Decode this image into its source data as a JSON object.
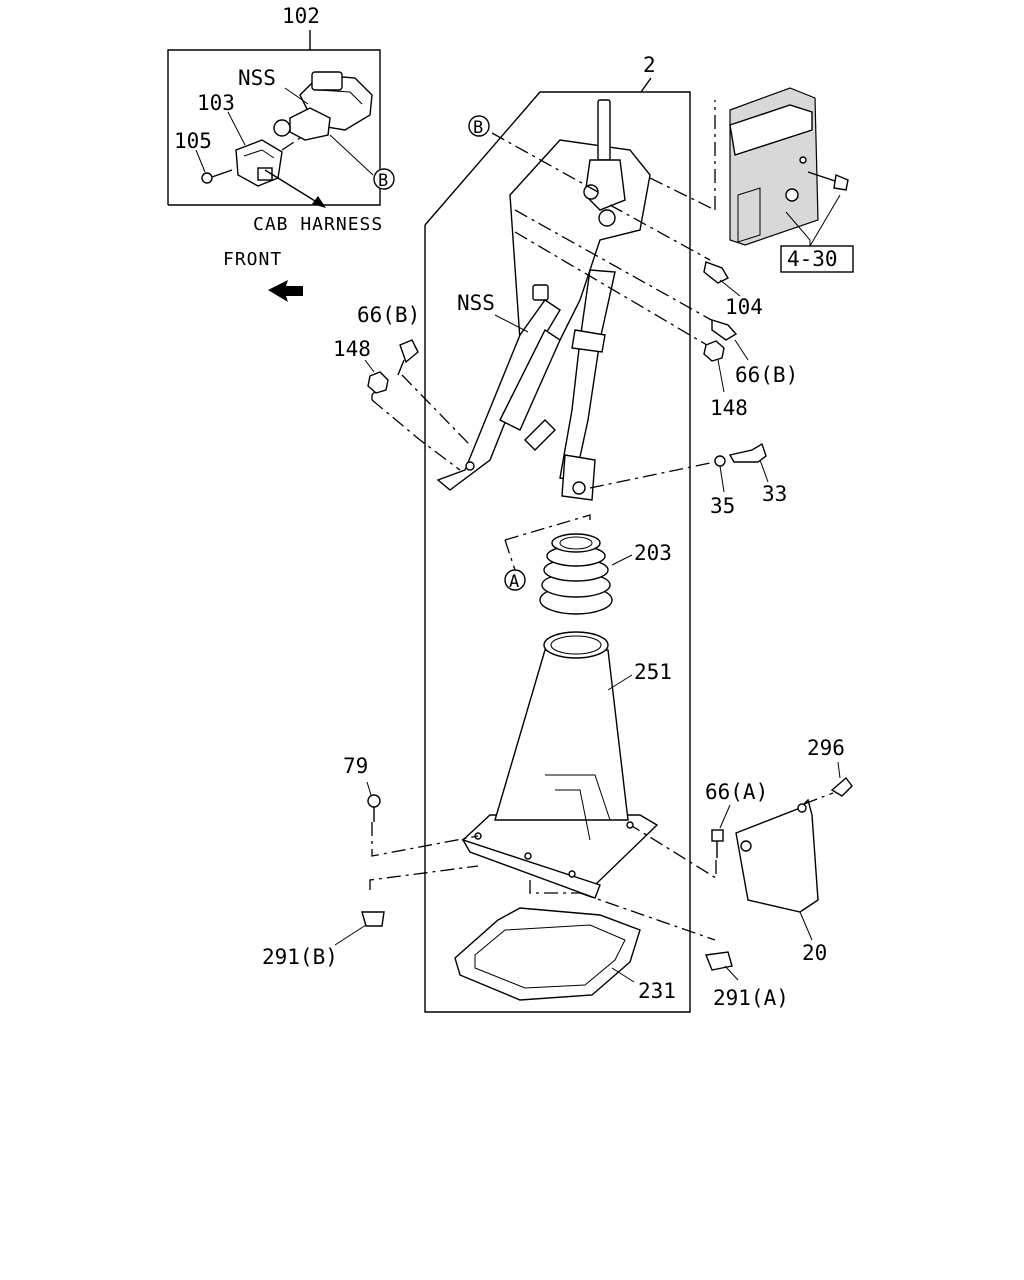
{
  "callouts": {
    "c102": "102",
    "c2": "2",
    "nss_top": "NSS",
    "c103": "103",
    "c105": "105",
    "b_top": "B",
    "b_main": "B",
    "cab_harness": "CAB HARNESS",
    "front": "FRONT",
    "c4_30": "4-30",
    "c104": "104",
    "nss_mid": "NSS",
    "c66b_left": "66(B)",
    "c148_left": "148",
    "c66b_right": "66(B)",
    "c148_right": "148",
    "c35": "35",
    "c33": "33",
    "a": "A",
    "c203": "203",
    "c251": "251",
    "c79": "79",
    "c296": "296",
    "c66a": "66(A)",
    "c20": "20",
    "c291b": "291(B)",
    "c291a": "291(A)",
    "c231": "231"
  }
}
